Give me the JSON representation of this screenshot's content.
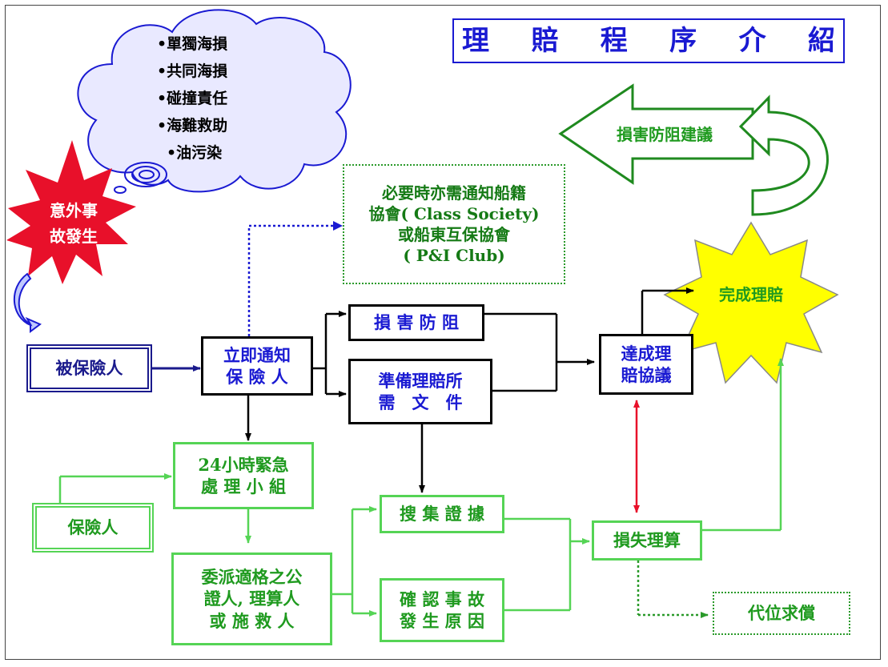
{
  "title": [
    "理",
    "賠",
    "程",
    "序",
    "介",
    "紹"
  ],
  "cloud_items": [
    "•單獨海損",
    "•共同海損",
    "•碰撞責任",
    "•海難救助",
    "•油污染"
  ],
  "accident": [
    "意外事",
    "故發生"
  ],
  "insured": "被保險人",
  "notify": [
    "立即通知",
    "保 險 人"
  ],
  "class_note": [
    "必要時亦需通知船籍",
    "協會( Class Society)",
    "或船東互保協會",
    "( P&I Club)"
  ],
  "loss_prevent": "損 害 防 阻",
  "prepare_docs": [
    "準備理賠所",
    "需　文　件"
  ],
  "agreement": [
    "達成理",
    "賠協議"
  ],
  "complete": "完成理賠",
  "advice_arrow": "損害防阻建議",
  "insurer": "保險人",
  "emergency": [
    "24小時緊急",
    "處 理 小 組"
  ],
  "appoint": [
    "委派適格之公",
    "證人, 理算人",
    "或 施 救 人"
  ],
  "collect": "搜 集 證 據",
  "confirm": [
    "確 認 事 故",
    "發 生 原 因"
  ],
  "adjust": "損失理算",
  "subrogation": "代位求償",
  "colors": {
    "blue": "#1a1ad2",
    "navy": "#1a1a8c",
    "green": "#55d455",
    "dark_green": "#1f9a1f",
    "red": "#e8102a",
    "yellow": "#ffff00",
    "orange_red": "#ff3300"
  }
}
